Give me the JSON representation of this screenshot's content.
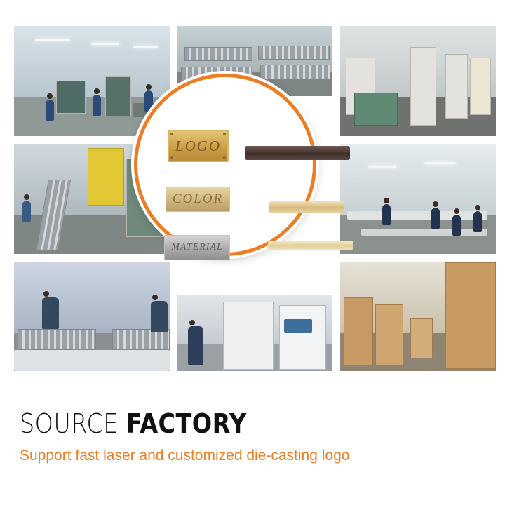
{
  "headline": {
    "part1": "SOURCE ",
    "part2": "FACTORY"
  },
  "subheadline": "Support fast laser and customized die-casting logo",
  "showcase": {
    "plates": [
      "LOGO",
      "COLOR",
      "MATERIAL"
    ]
  },
  "colors": {
    "accent": "#ee7d22",
    "headline": "#111111",
    "background": "#ffffff"
  },
  "photos": [
    {
      "subject": "machining-workshop"
    },
    {
      "subject": "mold-storage-shelves"
    },
    {
      "subject": "die-casting-machines"
    },
    {
      "subject": "polishing-conveyor-line"
    },
    {
      "subject": "assembly-workshop"
    },
    {
      "subject": "quality-inspection-workers"
    },
    {
      "subject": "testing-equipment"
    },
    {
      "subject": "warehouse-cartons"
    }
  ]
}
